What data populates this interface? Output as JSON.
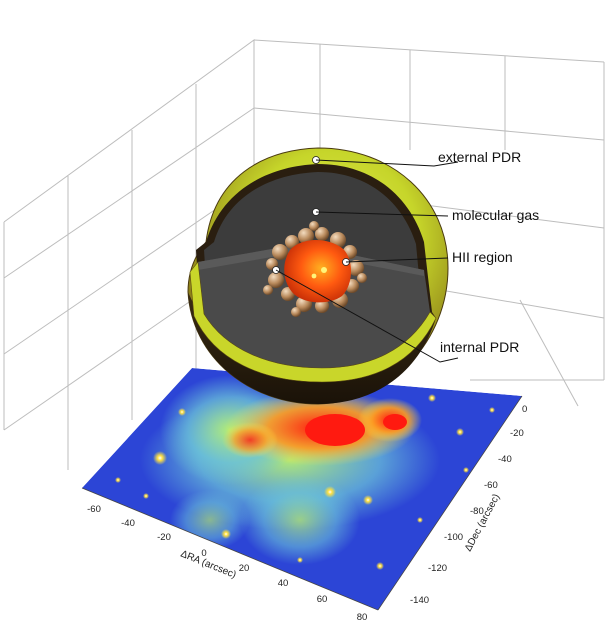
{
  "labels": {
    "external_pdr": "external PDR",
    "molecular_gas": "molecular gas",
    "hii_region": "HII region",
    "internal_pdr": "internal PDR"
  },
  "axes": {
    "ra_title": "ΔRA (arcsec)",
    "dec_title": "ΔDec (arcsec)",
    "ra_ticks": [
      "-60",
      "-40",
      "-20",
      "0",
      "20",
      "40",
      "60",
      "80"
    ],
    "dec_ticks": [
      "0",
      "-20",
      "-40",
      "-60",
      "-80",
      "-100",
      "-120",
      "-140"
    ]
  },
  "colors": {
    "outer_shell": "#c9d62a",
    "shell_rim": "#2a1e10",
    "molecular": "#3c3c3c",
    "hii_core": "#ff5a10",
    "map_low": "#2c45d6",
    "map_mid": "#74c9d8",
    "map_high": "#ff1a10"
  }
}
